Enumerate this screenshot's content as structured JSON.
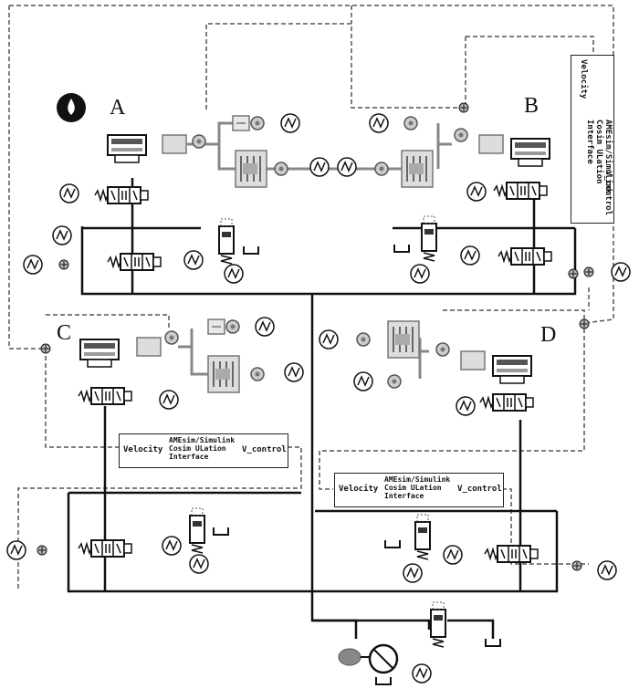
{
  "labels": {
    "a": "A",
    "b": "B",
    "c": "C",
    "d": "D"
  },
  "interfaces": {
    "top_right": {
      "left": "Velocity",
      "mid": [
        "AMEsim/Simulink",
        "Cosim ULation",
        "Interface"
      ],
      "right": "V_control"
    },
    "middle_left": {
      "left": "Velocity",
      "mid": [
        "AMEsim/Simulink",
        "Cosim ULation",
        "Interface"
      ],
      "right": "V_control"
    },
    "middle_right": {
      "left": "Velocity",
      "mid": [
        "AMEsim/Simulink",
        "Cosim ULation",
        "Interface"
      ],
      "right": "V_control"
    }
  },
  "icons": [
    "drop-icon",
    "cylinder-icon",
    "valve-icon",
    "signal-source-icon",
    "pump-icon",
    "relief-valve-icon",
    "tank-icon",
    "sensor-icon"
  ],
  "colors": {
    "line": "#111111",
    "dashed": "#555555",
    "component": "#999999",
    "background": "#ffffff"
  }
}
